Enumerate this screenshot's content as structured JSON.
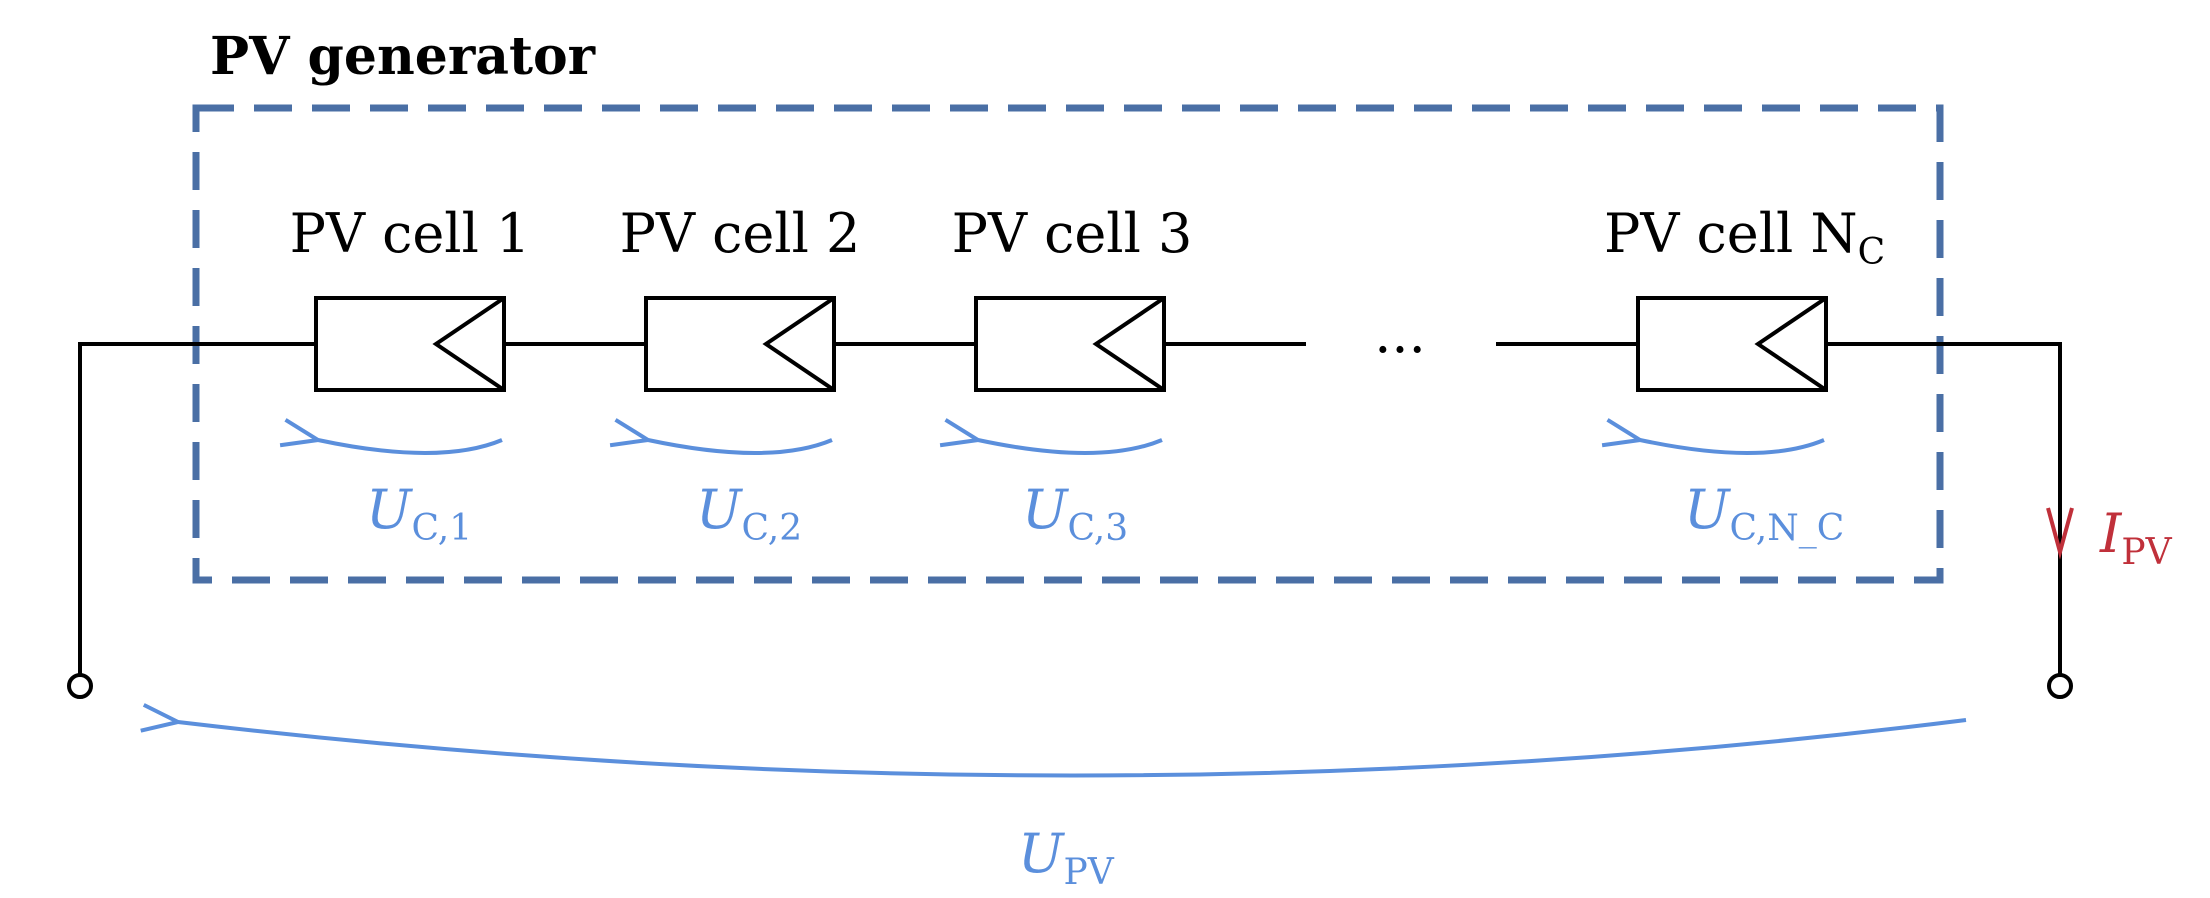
{
  "title": "PV generator",
  "cells": [
    {
      "label": "PV cell 1",
      "label_main": "PV cell 1",
      "label_sub": "",
      "voltage_main": "U",
      "voltage_sub": "C,1"
    },
    {
      "label": "PV cell 2",
      "label_main": "PV cell 2",
      "label_sub": "",
      "voltage_main": "U",
      "voltage_sub": "C,2"
    },
    {
      "label": "PV cell 3",
      "label_main": "PV cell 3",
      "label_sub": "",
      "voltage_main": "U",
      "voltage_sub": "C,3"
    },
    {
      "label": "PV cell N_C",
      "label_main": "PV cell N",
      "label_sub": "C",
      "voltage_main": "U",
      "voltage_sub": "C,N_C"
    }
  ],
  "ellipsis": "...",
  "current": {
    "main": "I",
    "sub": "PV"
  },
  "output_voltage": {
    "main": "U",
    "sub": "PV"
  },
  "colors": {
    "frame": "#4a6fa5",
    "voltage_arrows": "#5b8fdc",
    "current_arrow": "#c0303a",
    "wires": "#000000"
  }
}
